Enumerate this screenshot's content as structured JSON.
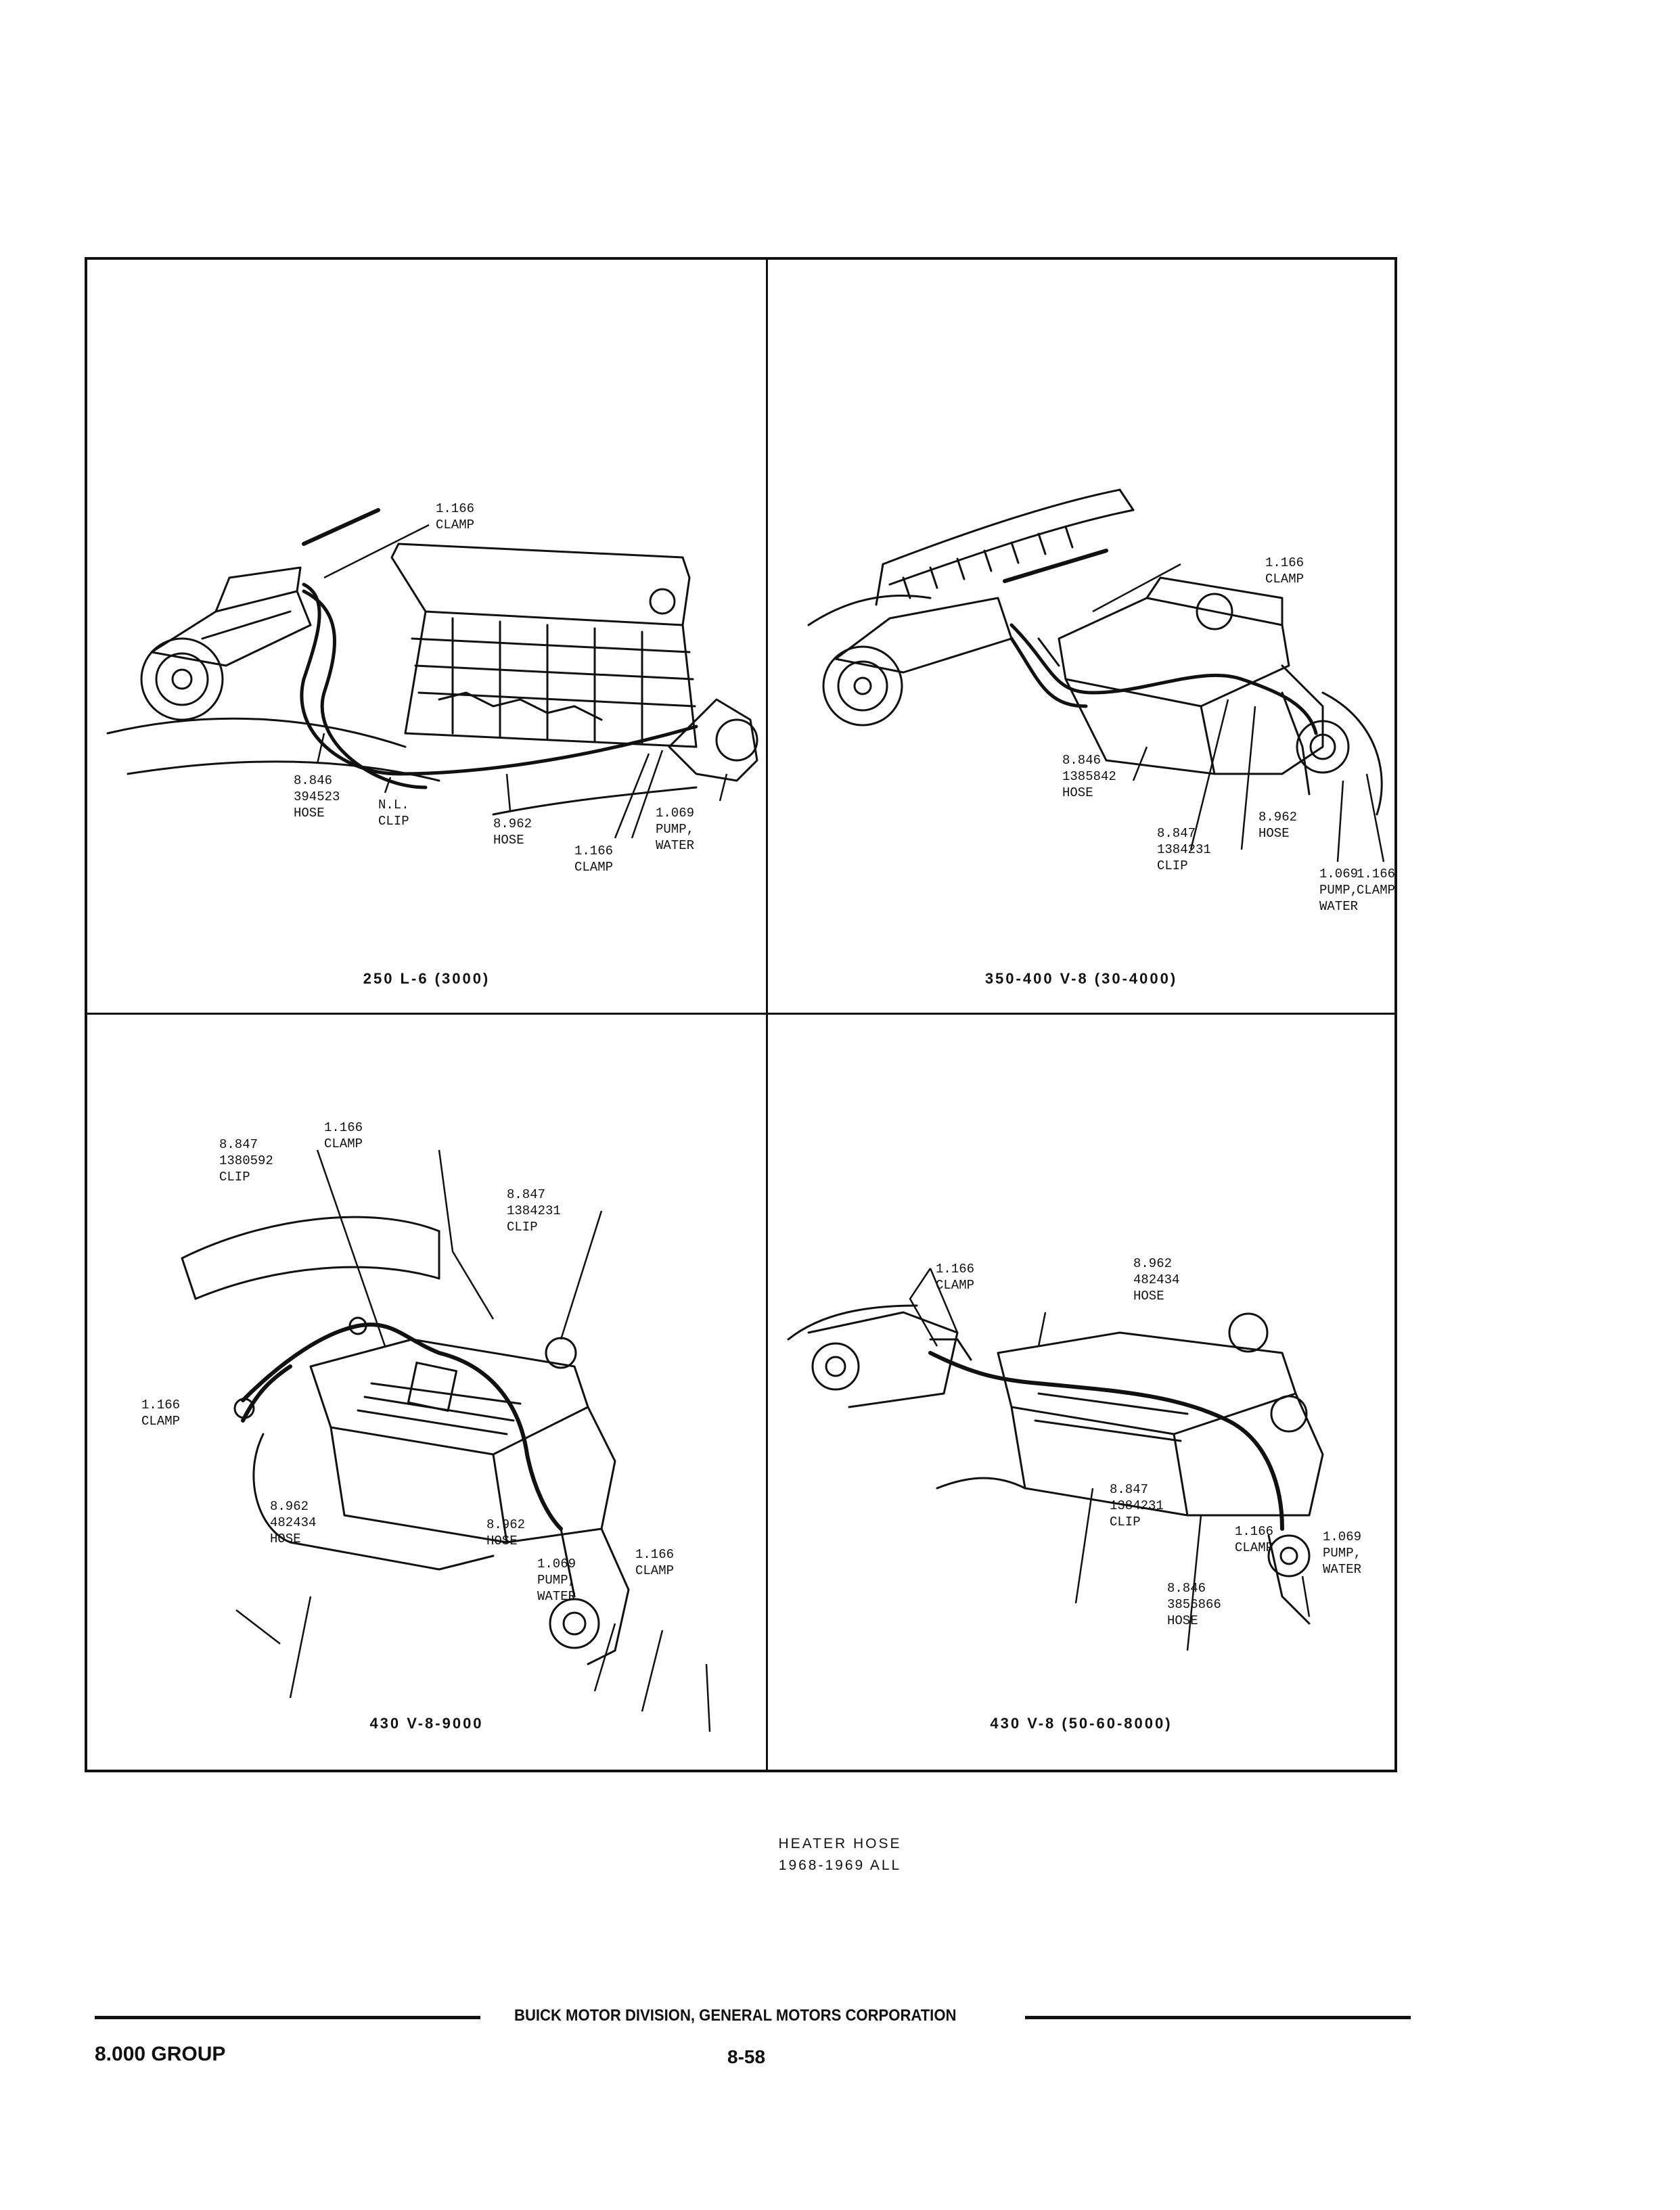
{
  "panels": [
    {
      "caption": "250 L-6 (3000)",
      "callouts": [
        {
          "number": "1.166",
          "lines": [
            "CLAMP"
          ]
        },
        {
          "number": "8.846",
          "lines": [
            "394523",
            "HOSE"
          ]
        },
        {
          "number": "N.L.",
          "lines": [
            "CLIP"
          ]
        },
        {
          "number": "8.962",
          "lines": [
            "HOSE"
          ]
        },
        {
          "number": "1.166",
          "lines": [
            "CLAMP"
          ]
        },
        {
          "number": "1.069",
          "lines": [
            "PUMP,",
            "WATER"
          ]
        }
      ]
    },
    {
      "caption": "350-400 V-8 (30-4000)",
      "callouts": [
        {
          "number": "1.166",
          "lines": [
            "CLAMP"
          ]
        },
        {
          "number": "8.846",
          "lines": [
            "1385842",
            "HOSE"
          ]
        },
        {
          "number": "8.847",
          "lines": [
            "1384231",
            "CLIP"
          ]
        },
        {
          "number": "8.962",
          "lines": [
            "HOSE"
          ]
        },
        {
          "number": "1.069",
          "lines": [
            "PUMP,",
            "WATER"
          ]
        },
        {
          "number": "1.166",
          "lines": [
            "CLAMP"
          ]
        }
      ]
    },
    {
      "caption": "430 V-8-9000",
      "callouts": [
        {
          "number": "8.847",
          "lines": [
            "1380592",
            "CLIP"
          ]
        },
        {
          "number": "1.166",
          "lines": [
            "CLAMP"
          ]
        },
        {
          "number": "8.847",
          "lines": [
            "1384231",
            "CLIP"
          ]
        },
        {
          "number": "1.166",
          "lines": [
            "CLAMP"
          ]
        },
        {
          "number": "8.962",
          "lines": [
            "482434",
            "HOSE"
          ]
        },
        {
          "number": "8.962",
          "lines": [
            "HOSE"
          ]
        },
        {
          "number": "1.069",
          "lines": [
            "PUMP,",
            "WATER"
          ]
        },
        {
          "number": "1.166",
          "lines": [
            "CLAMP"
          ]
        }
      ]
    },
    {
      "caption": "430 V-8 (50-60-8000)",
      "callouts": [
        {
          "number": "1.166",
          "lines": [
            "CLAMP"
          ]
        },
        {
          "number": "8.962",
          "lines": [
            "482434",
            "HOSE"
          ]
        },
        {
          "number": "8.847",
          "lines": [
            "1384231",
            "CLIP"
          ]
        },
        {
          "number": "1.166",
          "lines": [
            "CLAMP"
          ]
        },
        {
          "number": "1.069",
          "lines": [
            "PUMP,",
            "WATER"
          ]
        },
        {
          "number": "8.846",
          "lines": [
            "3856866",
            "HOSE"
          ]
        }
      ]
    }
  ],
  "figure_title": {
    "line1": "HEATER HOSE",
    "line2": "1968-1969 ALL"
  },
  "footer": {
    "publisher": "BUICK MOTOR DIVISION, GENERAL MOTORS CORPORATION",
    "group": "8.000 GROUP",
    "page_number": "8-58"
  }
}
